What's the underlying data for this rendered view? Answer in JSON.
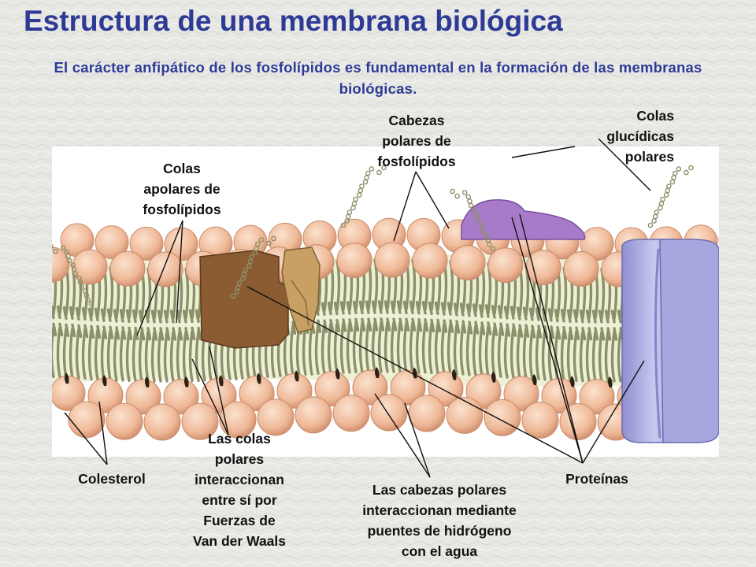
{
  "title": "Estructura de una membrana biológica",
  "subtitle": "El carácter anfipático de los fosfolípidos es fundamental en la formación de las membranas biológicas.",
  "labels": {
    "colas_apolares": [
      "Colas",
      "apolares de",
      "fosfolípidos"
    ],
    "cabezas_polares": [
      "Cabezas",
      "polares de",
      "fosfolípidos"
    ],
    "colas_glucidicas": [
      "Colas",
      "glucídicas",
      "polares"
    ],
    "colesterol": "Colesterol",
    "colas_polares_interaccionan": [
      "Las colas",
      "polares",
      "interaccionan",
      "entre sí por",
      "Fuerzas de",
      "Van der Waals"
    ],
    "cabezas_polares_interaccionan": [
      "Las cabezas polares",
      "interaccionan mediante",
      "puentes de hidrógeno",
      "con el agua"
    ],
    "proteinas": "Proteínas"
  },
  "colors": {
    "title": "#2e3b96",
    "head": "#f2c2a2",
    "head_shade": "#d99a7a",
    "tail": "#8c906a",
    "core": "#eaecd2",
    "protein_brown": "#8a5a30",
    "protein_tan": "#c79a5c",
    "protein_purple": "#b6b6e6",
    "glyco_purple": "#a77bc9"
  }
}
